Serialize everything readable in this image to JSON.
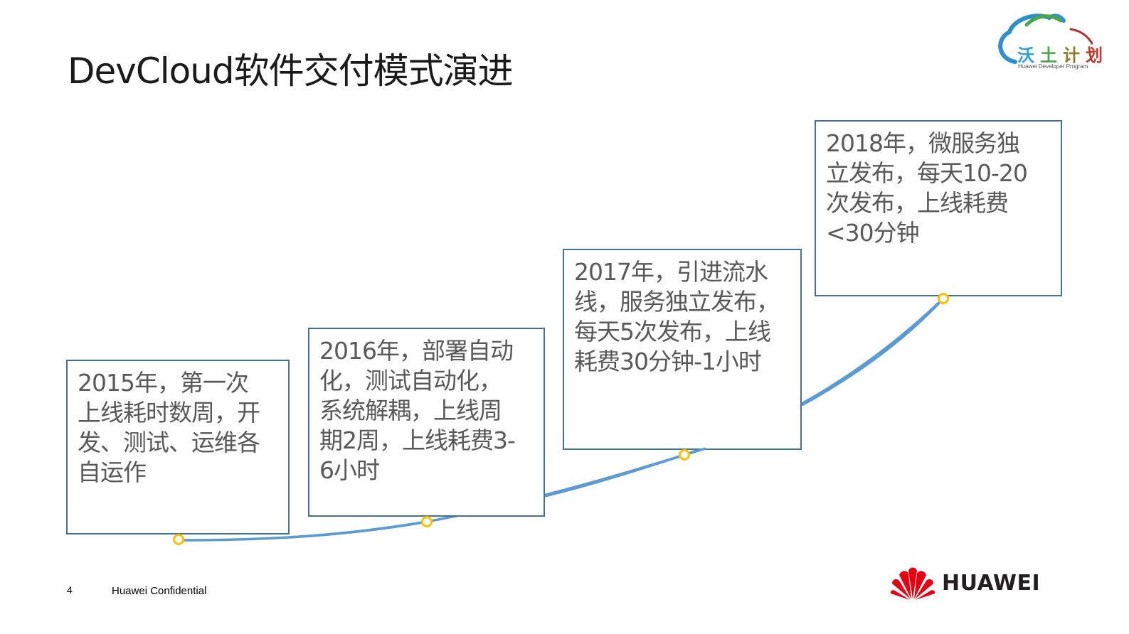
{
  "slide": {
    "title": "DevCloud软件交付模式演进",
    "page_number": "4",
    "footer_text": "Huawei Confidential"
  },
  "logos": {
    "program": {
      "chars": [
        "沃",
        "土",
        "计",
        "划"
      ],
      "char_colors": [
        "#2e9fd9",
        "#4aa64a",
        "#7a9a2a",
        "#c0392b"
      ],
      "subtitle": "Huawei Developer Program"
    },
    "brand": {
      "name": "HUAWEI",
      "color": "#e60012"
    }
  },
  "timeline": {
    "line_color": "#5b9bd5",
    "marker_color": "#ffc000",
    "box_border_color": "#41719c",
    "stages": [
      {
        "year": "2015",
        "lines": [
          "2015年，第一次",
          "上线耗时数周，开",
          "发、测试、运维各",
          "自运作"
        ]
      },
      {
        "year": "2016",
        "lines": [
          "2016年，部署自动",
          "化，测试自动化，",
          "系统解耦，上线周",
          "期2周，上线耗费3-",
          "6小时"
        ]
      },
      {
        "year": "2017",
        "lines": [
          "2017年，引进流水",
          "线，服务独立发布，",
          "每天5次发布，上线",
          "耗费30分钟-1小时"
        ]
      },
      {
        "year": "2018",
        "lines": [
          "2018年，微服务独",
          "立发布，每天10-20",
          "次发布，上线耗费",
          "<30分钟"
        ]
      }
    ]
  }
}
